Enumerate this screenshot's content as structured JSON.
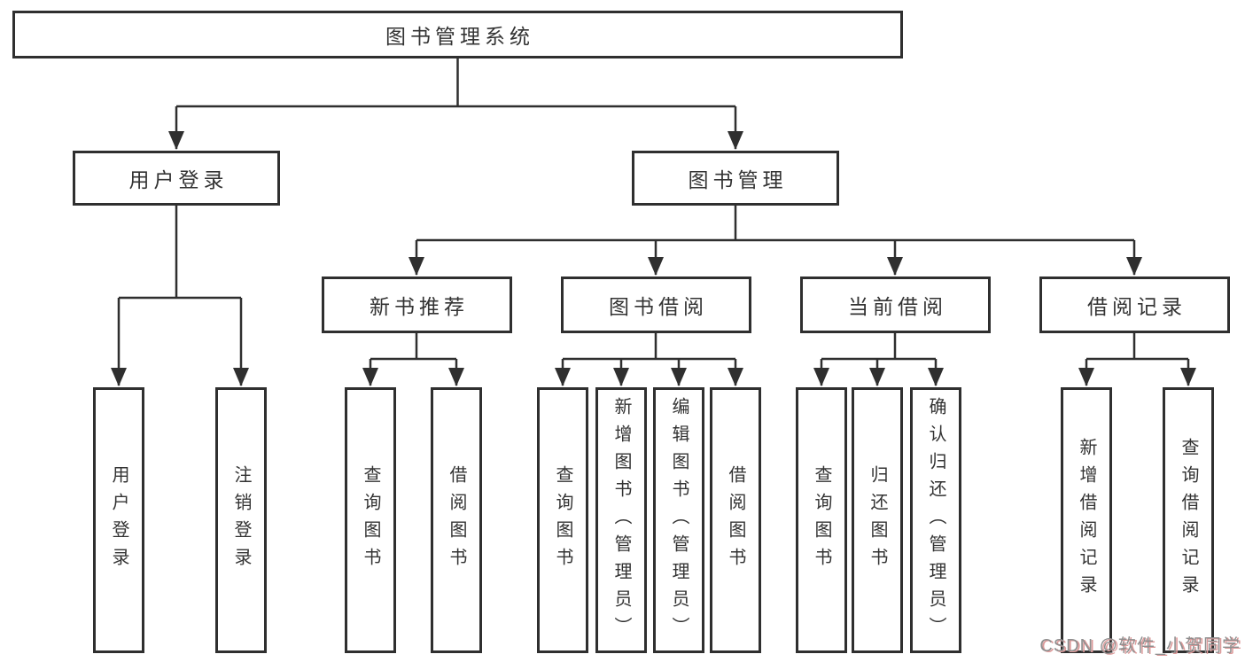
{
  "diagram_title": "图书管理系统",
  "tree": {
    "label": "图书管理系统",
    "children": [
      {
        "label": "用户登录",
        "children": [
          {
            "label": "用户登录"
          },
          {
            "label": "注销登录"
          }
        ]
      },
      {
        "label": "图书管理",
        "children": [
          {
            "label": "新书推荐",
            "children": [
              {
                "label": "查询图书"
              },
              {
                "label": "借阅图书"
              }
            ]
          },
          {
            "label": "图书借阅",
            "children": [
              {
                "label": "查询图书"
              },
              {
                "label": "新增图书（管理员）"
              },
              {
                "label": "编辑图书（管理员）"
              },
              {
                "label": "借阅图书"
              }
            ]
          },
          {
            "label": "当前借阅",
            "children": [
              {
                "label": "查询图书"
              },
              {
                "label": "归还图书"
              },
              {
                "label": "确认归还（管理员）"
              }
            ]
          },
          {
            "label": "借阅记录",
            "children": [
              {
                "label": "新增借阅记录"
              },
              {
                "label": "查询借阅记录"
              }
            ]
          }
        ]
      }
    ]
  },
  "watermark": {
    "text": "CSDN @软件_小贺同学"
  },
  "colors": {
    "line": "#2f2f2f",
    "box_border": "#2f2f2f",
    "text": "#333333",
    "watermark_text": "#8f8f8f",
    "watermark_shadow": "#dd9a9a",
    "background": "#ffffff"
  }
}
